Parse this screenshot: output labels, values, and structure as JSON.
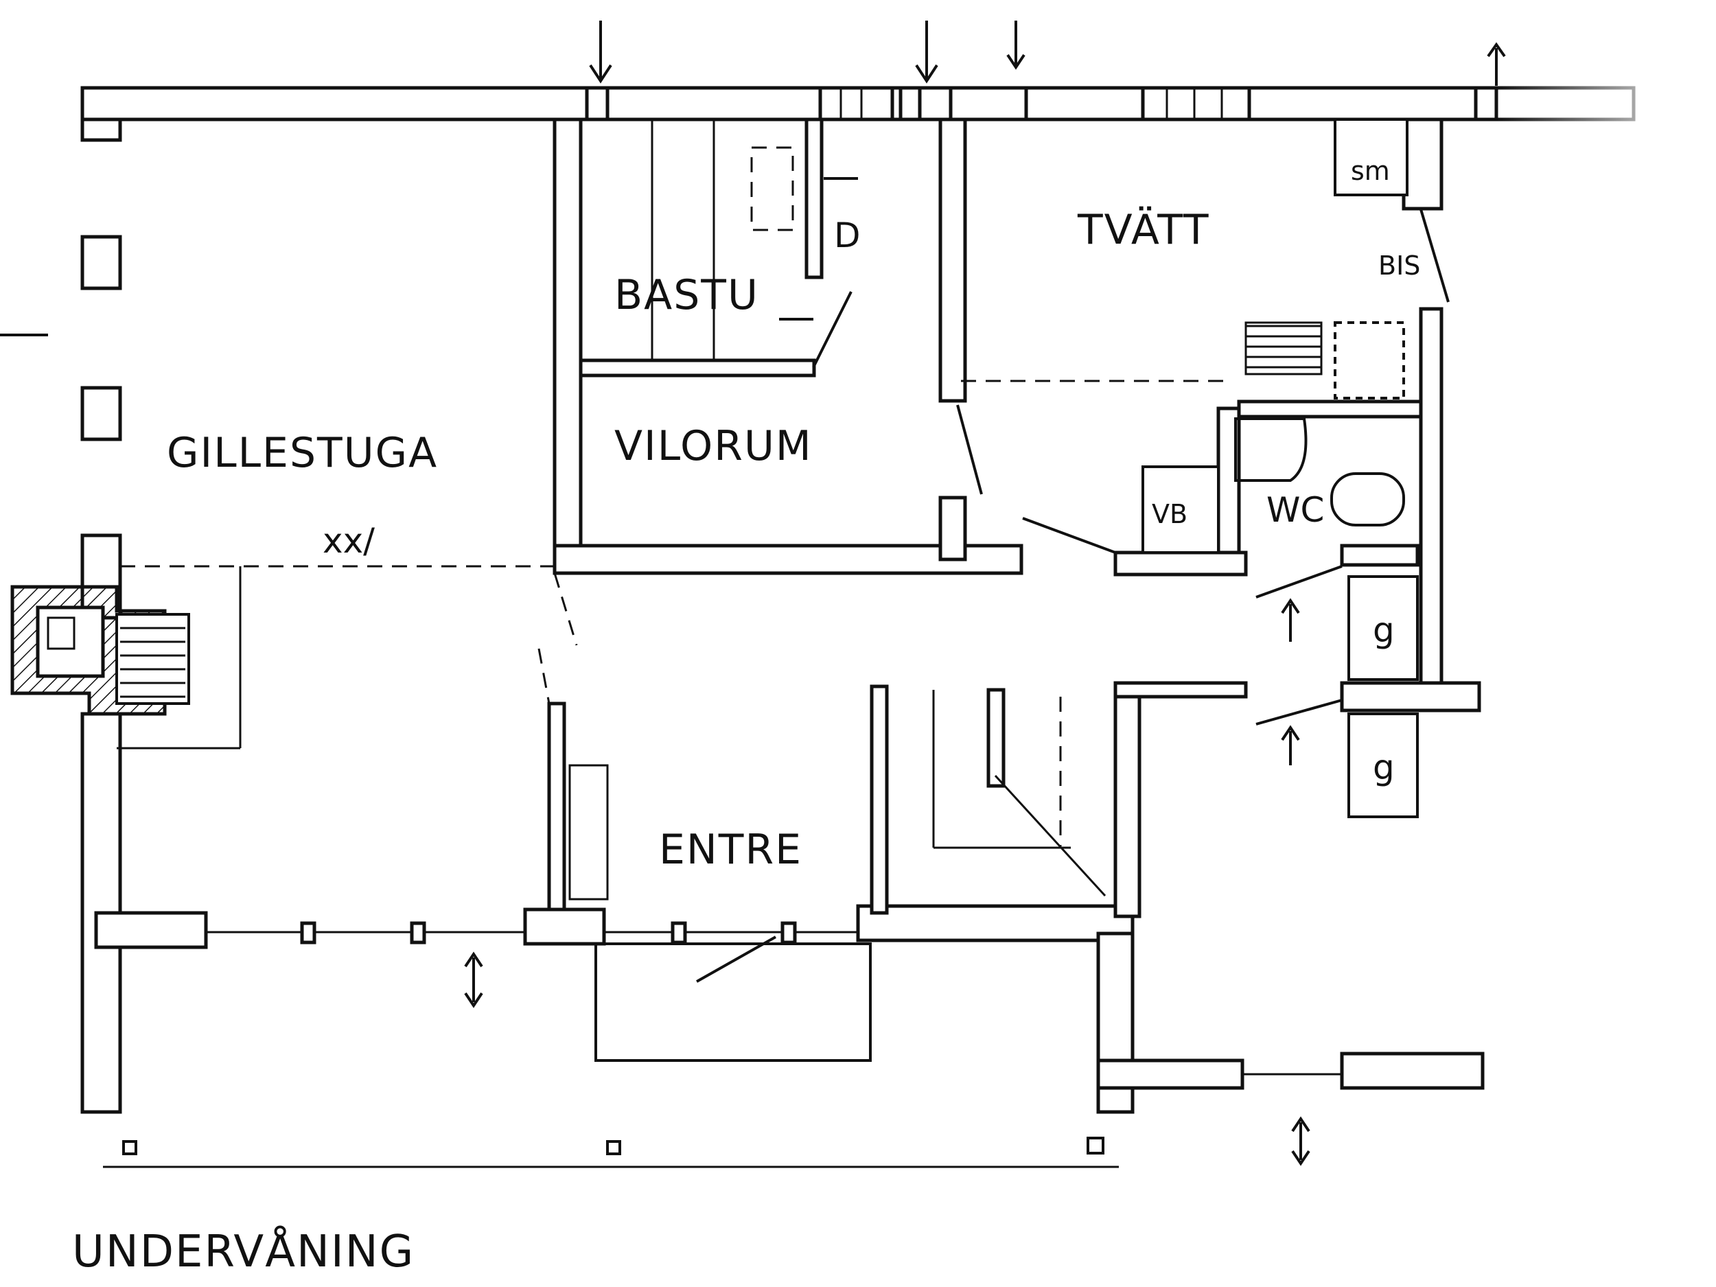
{
  "plan": {
    "title": "UNDERVÅNING",
    "rooms": {
      "gillestuga": "GILLESTUGA",
      "bastu": "BASTU",
      "vilorum": "VILORUM",
      "tvatt": "TVÄTT",
      "entre": "ENTRE",
      "wc": "WC"
    },
    "fixtures": {
      "d": "D",
      "sm": "sm",
      "bis": "BIS",
      "vb": "VB",
      "g1": "g",
      "g2": "g",
      "xx": "xx/"
    }
  }
}
